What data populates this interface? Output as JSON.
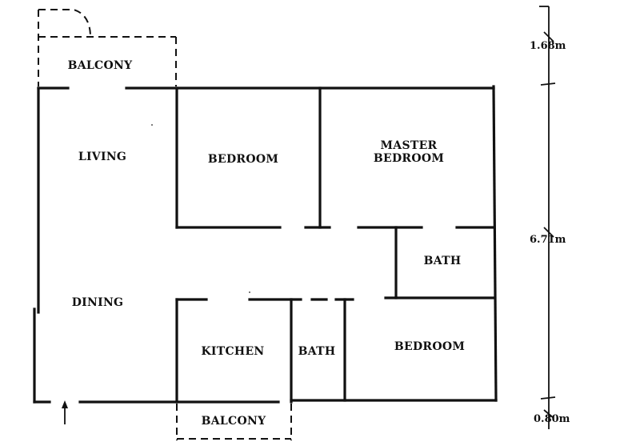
{
  "rooms": {
    "balcony_top": "BALCONY",
    "living": "LIVING",
    "bedroom_1": "BEDROOM",
    "master_bedroom_line1": "MASTER",
    "master_bedroom_line2": "BEDROOM",
    "bath_1": "BATH",
    "dining": "DINING",
    "kitchen": "KITCHEN",
    "bath_2": "BATH",
    "bedroom_2": "BEDROOM",
    "balcony_bottom": "BALCONY"
  },
  "dimensions": {
    "top": "1.68m",
    "main": "6.71m",
    "bottom": "0.80m"
  },
  "colors": {
    "ink": "#111111",
    "paper": "#ffffff"
  }
}
